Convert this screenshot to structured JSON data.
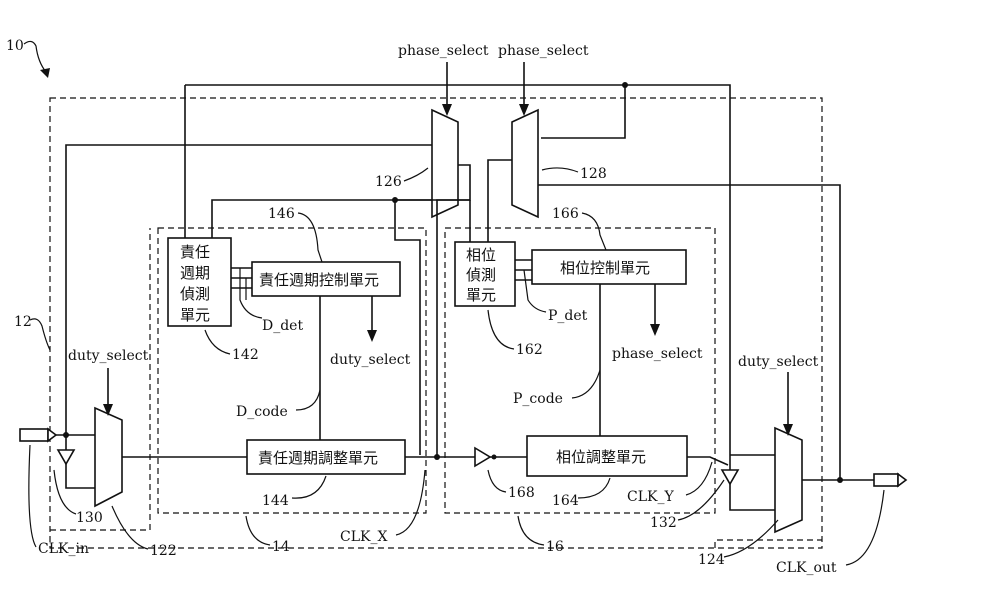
{
  "figure": {
    "ref_10": "10",
    "ref_12": "12",
    "ref_14": "14",
    "ref_16": "16"
  },
  "signals": {
    "phase_select_a": "phase_select",
    "phase_select_b": "phase_select",
    "duty_select_left": "duty_select",
    "duty_select_mid": "duty_select",
    "duty_select_right": "duty_select",
    "phase_select_mid": "phase_select",
    "d_det": "D_det",
    "p_det": "P_det",
    "d_code": "D_code",
    "p_code": "P_code",
    "clk_in": "CLK_in",
    "clk_x": "CLK_X",
    "clk_y": "CLK_Y",
    "clk_out": "CLK_out"
  },
  "blocks": {
    "duty_detect": {
      "line1": "責任",
      "line2": "週期",
      "line3": "偵測",
      "line4": "單元",
      "ref": "142"
    },
    "duty_control": {
      "label": "責任週期控制單元",
      "ref": "146"
    },
    "duty_adjust": {
      "label": "責任週期調整單元",
      "ref": "144"
    },
    "phase_detect": {
      "line1": "相位",
      "line2": "偵測",
      "line3": "單元",
      "ref": "162"
    },
    "phase_control": {
      "label": "相位控制單元",
      "ref": "166"
    },
    "phase_adjust": {
      "label": "相位調整單元",
      "ref": "164"
    }
  },
  "components": {
    "mux_126": "126",
    "mux_128": "128",
    "mux_122": "122",
    "mux_124": "124",
    "buf_130": "130",
    "buf_132": "132",
    "buf_168": "168"
  }
}
